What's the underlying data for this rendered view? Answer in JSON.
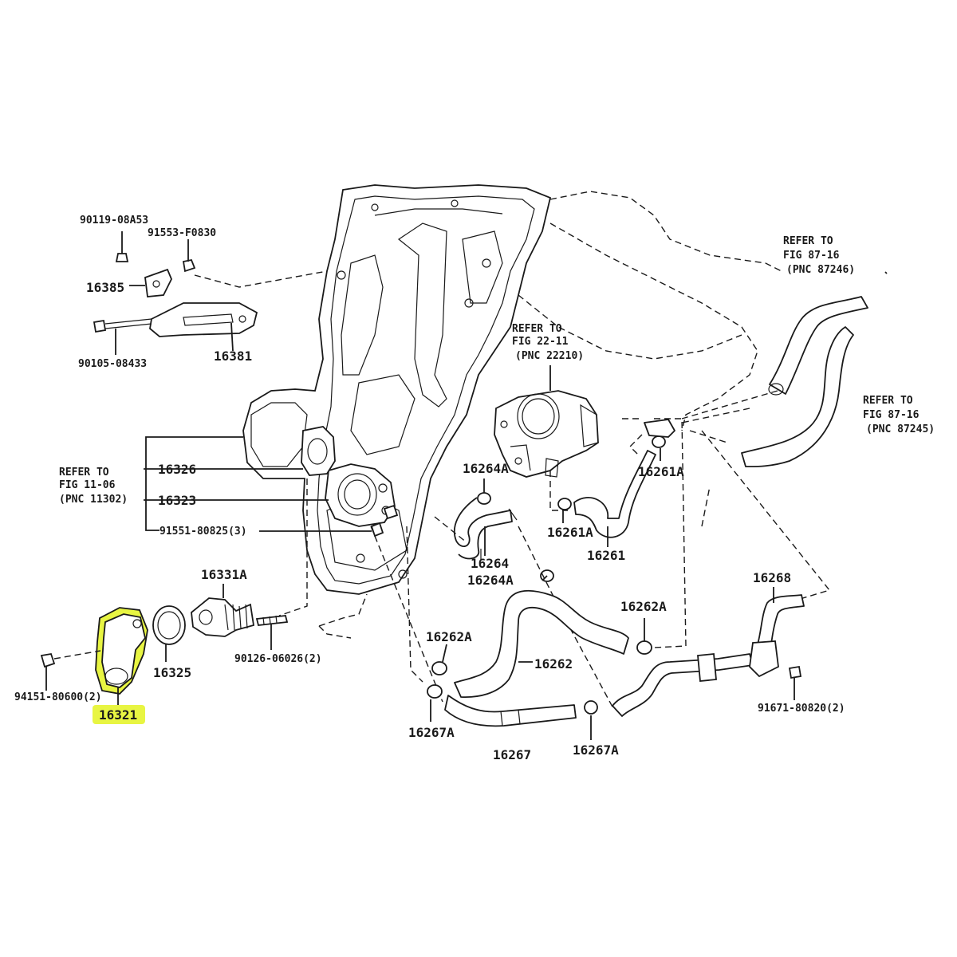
{
  "diagram": {
    "highlight_color": "#e8f542",
    "highlighted_part": "16321",
    "labels": {
      "p90119": "90119-08A53",
      "p91553": "91553-F0830",
      "p16385": "16385",
      "p90105": "90105-08433",
      "p16381": "16381",
      "ref1106_a": "REFER TO",
      "ref1106_b": "FIG 11-06",
      "ref1106_c": "(PNC 11302)",
      "p16326": "16326",
      "p16323": "16323",
      "p91551": "91551-80825(3)",
      "p16331A": "16331A",
      "p16325": "16325",
      "p90126": "90126-06026(2)",
      "p94151": "94151-80600(2)",
      "p16321": "16321",
      "ref2211_a": "REFER TO",
      "ref2211_b": "FIG 22-11",
      "ref2211_c": "(PNC 22210)",
      "p16264A_1": "16264A",
      "p16264": "16264",
      "p16264A_2": "16264A",
      "p16261A_1": "16261A",
      "p16261A_2": "16261A",
      "p16261": "16261",
      "ref87246_a": "REFER TO",
      "ref87246_b": "FIG 87-16",
      "ref87246_c": "(PNC 87246)",
      "ref87245_a": "REFER TO",
      "ref87245_b": "FIG 87-16",
      "ref87245_c": "(PNC 87245)",
      "p16268": "16268",
      "p16262A_1": "16262A",
      "p16262A_2": "16262A",
      "p16262": "16262",
      "p16267A_1": "16267A",
      "p16267": "16267",
      "p16267A_2": "16267A",
      "p91671": "91671-80820(2)"
    }
  }
}
